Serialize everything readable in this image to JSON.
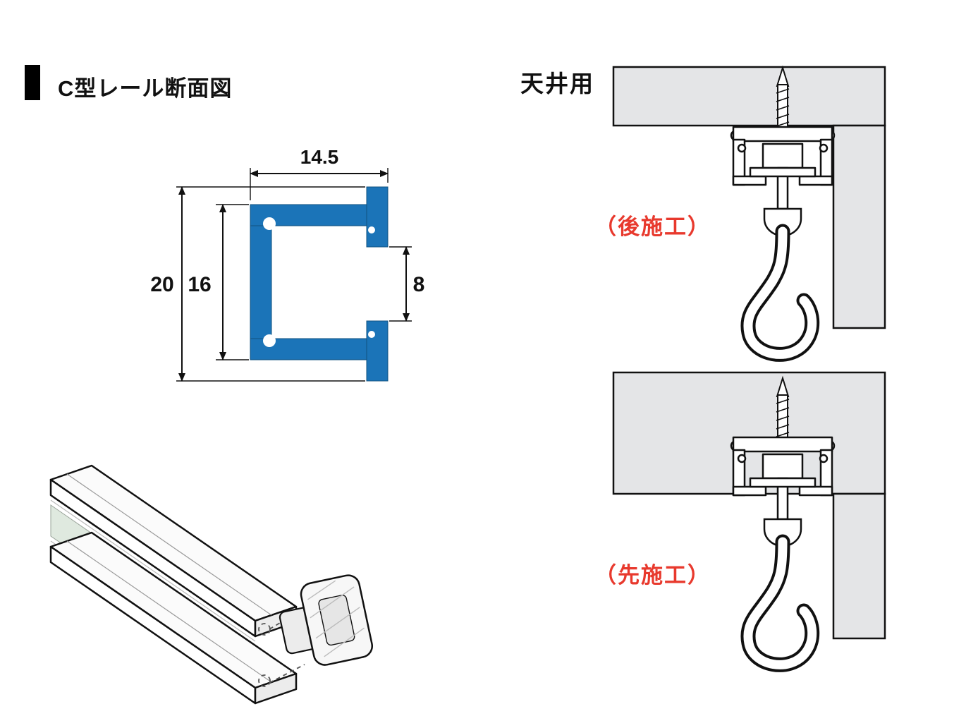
{
  "title": {
    "text": "C型レール断面図"
  },
  "cross_section": {
    "rail_color": "#1b74b8",
    "dims": {
      "top_width": "14.5",
      "outer_height": "20",
      "inner_height": "16",
      "opening": "8"
    }
  },
  "ceiling_section": {
    "header": "天井用",
    "concrete_color": "#e4e5e7",
    "label_color": "#e8392d",
    "diagrams": [
      {
        "name": "surface-mount",
        "label": "（後施工）"
      },
      {
        "name": "pre-install",
        "label": "（先施工）"
      }
    ]
  }
}
